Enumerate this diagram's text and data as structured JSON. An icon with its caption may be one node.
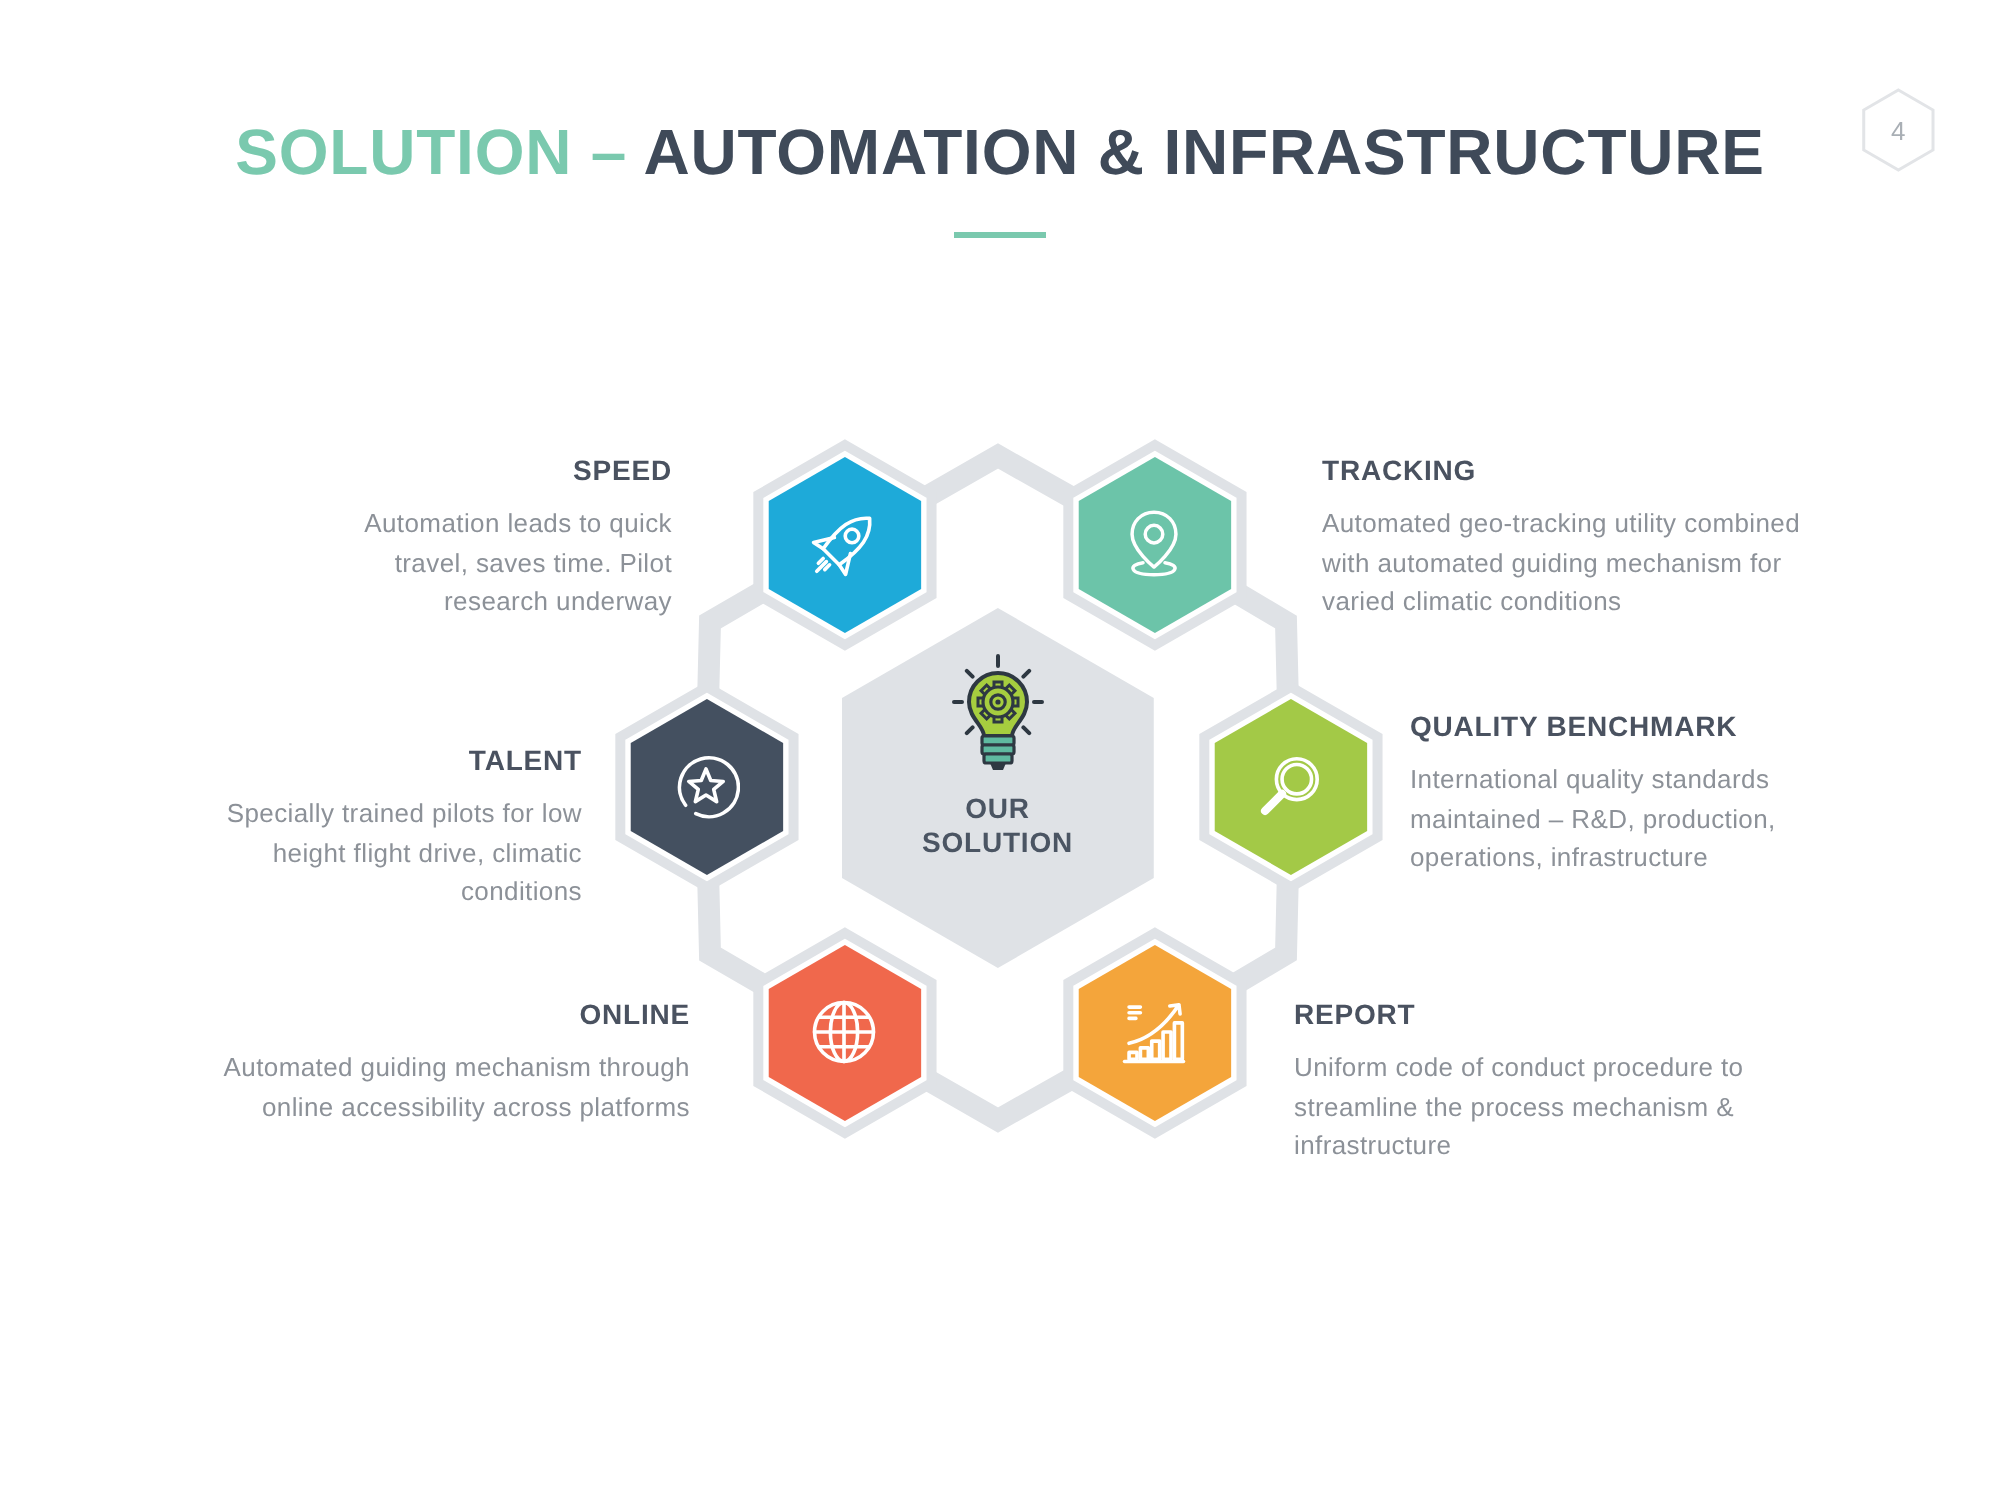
{
  "diagram": {
    "title": "**SOLUTION –** AUTOMATION & INFRASTRUCTURE",
    "nodes": [
      {
        "text": [
          "4"
        ]
      },
      {
        "text": [],
        "shape": "hexagon",
        "beside": [
          "SPEED",
          "Automation leads to quick travel, saves time. Pilot research underway"
        ]
      },
      {
        "text": [],
        "shape": "hexagon",
        "beside": [
          "TRACKING",
          "Automated geo-tracking utility combined with automated guiding mechanism for varied climatic conditions"
        ]
      },
      {
        "text": [],
        "shape": "hexagon",
        "beside": [
          "TALENT",
          "Specially trained pilots for low height flight drive, climatic conditions"
        ]
      },
      {
        "text": [
          "OUR SOLUTION"
        ]
      },
      {
        "text": [],
        "shape": "hexagon",
        "beside": [
          "QUALITY BENCHMARK",
          "International quality standards maintained – R&D, production, operations, infrastructure"
        ]
      },
      {
        "text": [],
        "shape": "hexagon",
        "beside": [
          "ONLINE",
          "Automated guiding mechanism through online accessibility across platforms"
        ]
      },
      {
        "text": [],
        "shape": "hexagon",
        "beside": [
          "REPORT",
          "Uniform code of conduct procedure to streamline the process mechanism & infrastructure"
        ]
      }
    ],
    "edges": [
      {
        "from": 1,
        "to": 2,
        "arrow": "none"
      },
      {
        "from": 2,
        "to": 5,
        "arrow": "none"
      },
      {
        "from": 5,
        "to": 7,
        "arrow": "none"
      },
      {
        "from": 7,
        "to": 6,
        "arrow": "none"
      },
      {
        "from": 6,
        "to": 3,
        "arrow": "none"
      },
      {
        "from": 3,
        "to": 1,
        "arrow": "none"
      }
    ]
  }
}
